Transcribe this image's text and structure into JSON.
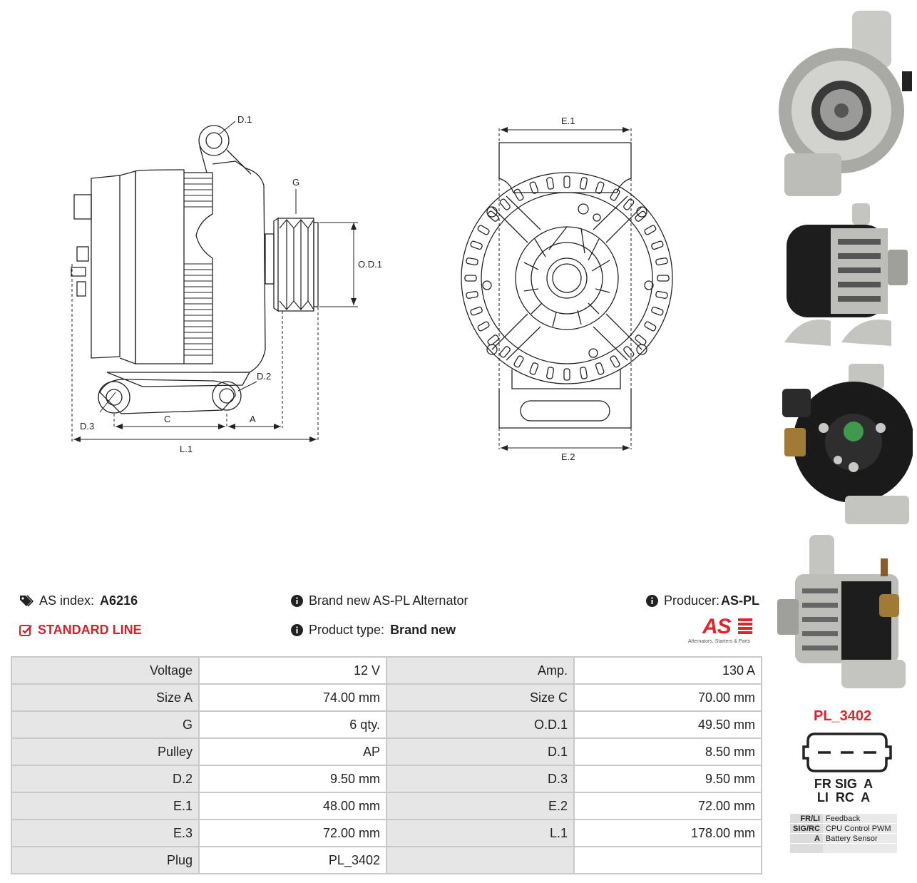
{
  "diagram_labels": {
    "d1": "D.1",
    "d2": "D.2",
    "d3": "D.3",
    "g": "G",
    "od1": "O.D.1",
    "c": "C",
    "a": "A",
    "l1": "L.1",
    "e1": "E.1",
    "e2": "E.2"
  },
  "info": {
    "as_index_label": "AS index:",
    "as_index_value": "A6216",
    "line_label": "STANDARD LINE",
    "brand_text": "Brand new AS-PL Alternator",
    "product_type_label": "Product type:",
    "product_type_value": "Brand new",
    "producer_label": "Producer:",
    "producer_value": "AS-PL",
    "logo_text": "AS",
    "logo_tagline": "Alternators, Starters & Parts"
  },
  "specs": [
    {
      "k1": "Voltage",
      "v1": "12 V",
      "k2": "Amp.",
      "v2": "130 A"
    },
    {
      "k1": "Size A",
      "v1": "74.00 mm",
      "k2": "Size C",
      "v2": "70.00 mm"
    },
    {
      "k1": "G",
      "v1": "6 qty.",
      "k2": "O.D.1",
      "v2": "49.50 mm"
    },
    {
      "k1": "Pulley",
      "v1": "AP",
      "k2": "D.1",
      "v2": "8.50 mm"
    },
    {
      "k1": "D.2",
      "v1": "9.50 mm",
      "k2": "D.3",
      "v2": "9.50 mm"
    },
    {
      "k1": "E.1",
      "v1": "48.00 mm",
      "k2": "E.2",
      "v2": "72.00 mm"
    },
    {
      "k1": "E.3",
      "v1": "72.00 mm",
      "k2": "L.1",
      "v2": "178.00 mm"
    },
    {
      "k1": "Plug",
      "v1": "PL_3402",
      "k2": "",
      "v2": ""
    }
  ],
  "plug": {
    "title": "PL_3402",
    "pins_row1": "FR SIG  A",
    "pins_row2": "LI  RC  A",
    "legend": [
      {
        "code": "FR/LI",
        "desc": "Feedback"
      },
      {
        "code": "SIG/RC",
        "desc": "CPU Control PWM"
      },
      {
        "code": "A",
        "desc": "Battery Sensor"
      },
      {
        "code": "",
        "desc": ""
      }
    ]
  },
  "colors": {
    "accent_red": "#e0242a",
    "table_key_bg": "#e6e6e6",
    "table_border": "#c9c9c9"
  }
}
